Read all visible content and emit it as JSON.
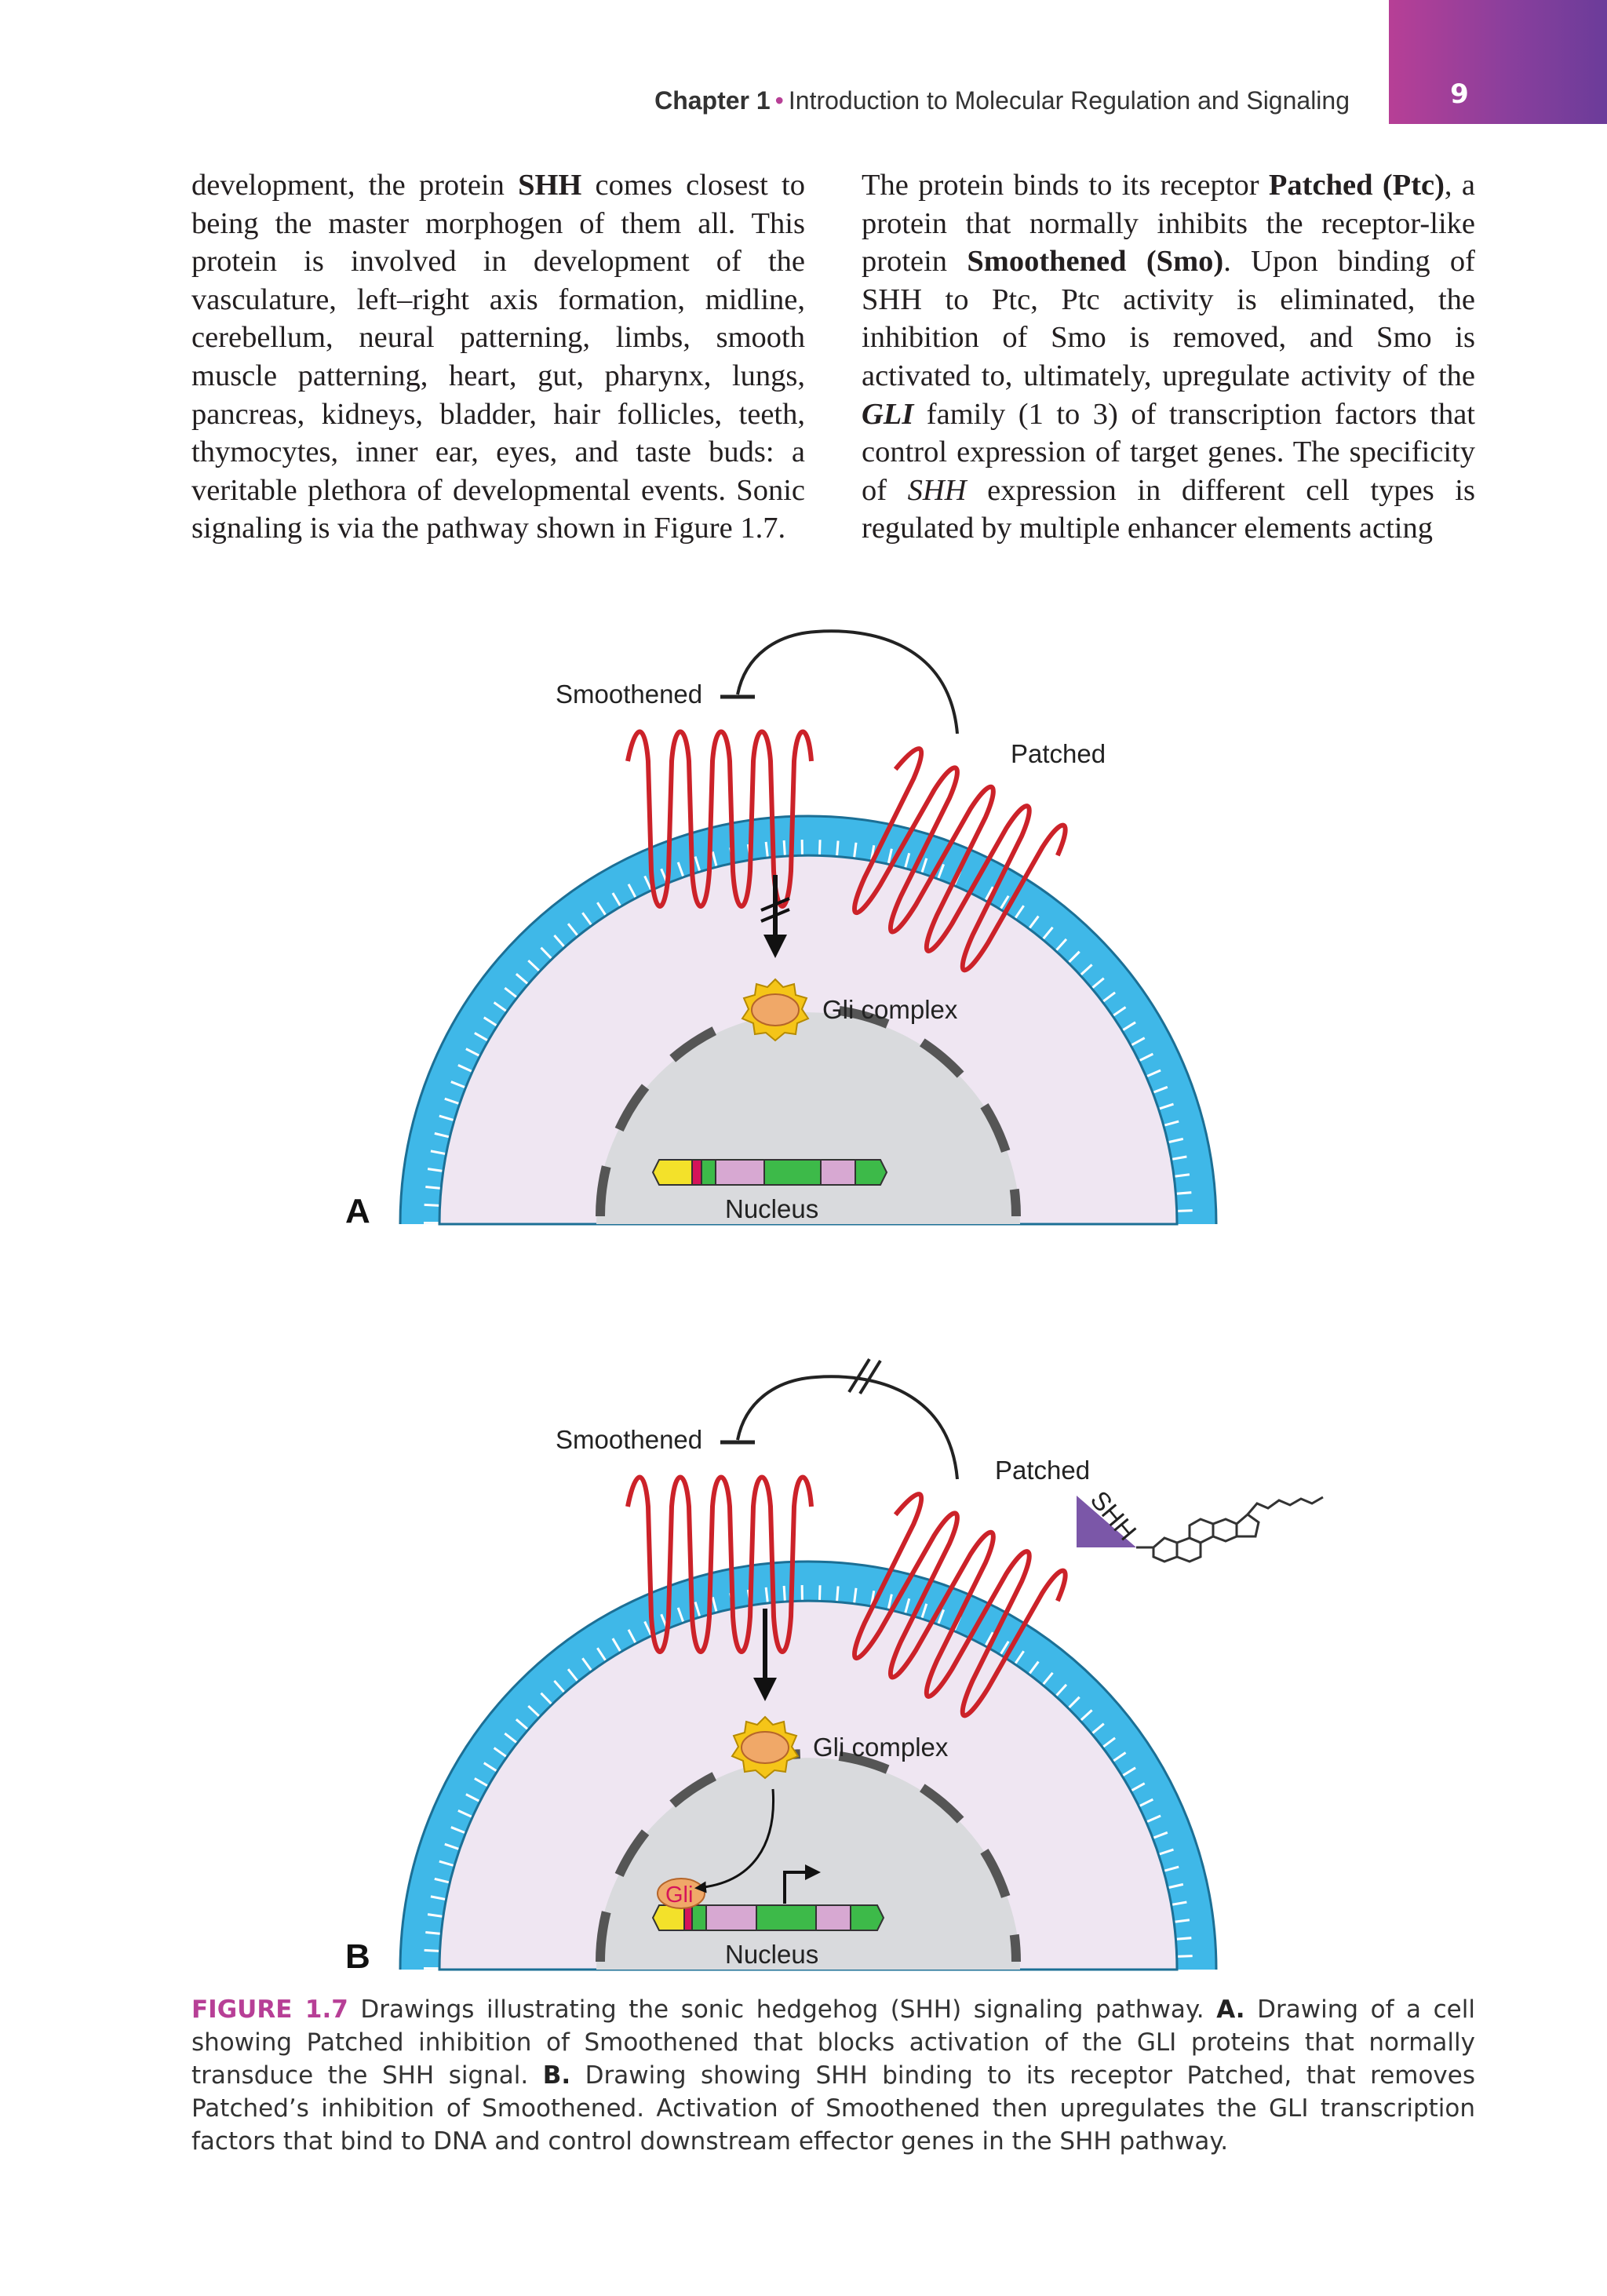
{
  "header": {
    "chapter": "Chapter 1",
    "separator": "•",
    "title": "Introduction to Molecular Regulation and Signaling",
    "page_number": "9"
  },
  "body": {
    "left_column": [
      {
        "t": "development, the protein "
      },
      {
        "t": "SHH",
        "b": true
      },
      {
        "t": " comes closest to being the master morphogen of them all. This protein is involved in development of the vasculature, left–right axis formation, midline, cerebellum, neural patterning, limbs, smooth muscle patterning, heart, gut, pharynx, lungs, pancreas, kidneys, bladder, hair follicles, teeth, thymocytes, inner ear, eyes, and taste buds: a veritable plethora of developmental events. Sonic signaling is via the pathway shown in Figure 1.7."
      }
    ],
    "right_column": [
      {
        "t": "The protein binds to its receptor "
      },
      {
        "t": "Patched (Ptc)",
        "b": true
      },
      {
        "t": ", a protein that normally inhibits the receptor-like protein "
      },
      {
        "t": "Smoothened (Smo)",
        "b": true
      },
      {
        "t": ". Upon binding of SHH to Ptc, Ptc activity is eliminated, the inhibition of Smo is removed, and Smo is activated to, ultimately, upregulate activity of the "
      },
      {
        "t": "GLI",
        "b": true,
        "i": true
      },
      {
        "t": " family (1 to 3) of transcription factors that control expression of target genes. The specificity of "
      },
      {
        "t": "SHH",
        "i": true
      },
      {
        "t": " expression in different cell types is regulated by multiple enhancer elements acting"
      }
    ]
  },
  "figure": {
    "panel_a": {
      "letter": "A",
      "smoothened": "Smoothened",
      "patched": "Patched",
      "gli_complex": "Gli complex",
      "nucleus": "Nucleus"
    },
    "panel_b": {
      "letter": "B",
      "smoothened": "Smoothened",
      "patched": "Patched",
      "shh": "SHH",
      "gli_complex": "Gli complex",
      "gli": "Gli",
      "nucleus": "Nucleus"
    },
    "colors": {
      "membrane": "#3fb8e8",
      "cytoplasm": "#efe6f2",
      "nucleus": "#d9dadd",
      "receptor": "#cc2229",
      "shh": "#7b57a8",
      "gli": "#f0a868",
      "gli_star": "#f5c518"
    }
  },
  "caption": {
    "label": "FIGURE 1.7",
    "text_1": " Drawings illustrating the sonic hedgehog (SHH) signaling pathway. ",
    "a": "A.",
    "text_2": " Drawing of a cell showing Patched inhibition of Smoothened that blocks activation of the GLI proteins that normally transduce the SHH signal. ",
    "b": "B.",
    "text_3": " Drawing showing SHH binding to its receptor Patched, that removes Patched’s inhibition of Smoothened. Activation of Smoothened then upregulates the GLI transcription factors that bind to DNA and control downstream effector genes in the SHH pathway."
  }
}
